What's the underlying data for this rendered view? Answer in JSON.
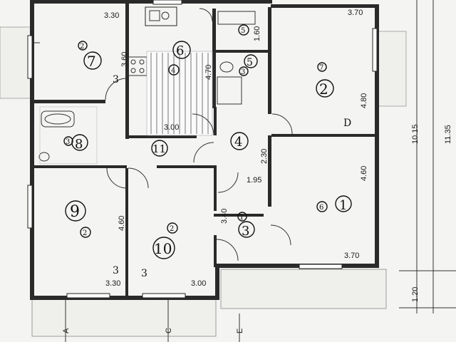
{
  "dimensions": {
    "top_left_width": "3.30",
    "top_right_width": "3.70",
    "bath_small": "1.60",
    "room7_height": "3.60",
    "kitchen_height": "4.70",
    "kitchen_width": "3.00",
    "room2_height": "4.80",
    "hall_height": "2.30",
    "hall_width": "1.95",
    "right_total_1": "10.15",
    "right_total_2": "11.35",
    "room1_height": "4.60",
    "room1_width": "3.70",
    "entry_height": "3.40",
    "room9_height": "4.60",
    "room9_width": "3.30",
    "room10_width": "3.00",
    "balcony_depth": "1.20"
  },
  "room_marks": {
    "r7": {
      "big": "7",
      "small": "2"
    },
    "r6": {
      "big": "6",
      "small": "4"
    },
    "r5a": {
      "big": "5",
      "small": ""
    },
    "r5b": {
      "big": "5",
      "small": "3"
    },
    "r2": {
      "big": "2",
      "small": "7"
    },
    "r8": {
      "big": "8",
      "small": "3"
    },
    "r11": {
      "big": "11",
      "small": ""
    },
    "r4": {
      "big": "4",
      "small": ""
    },
    "r1": {
      "big": "1",
      "small": "6"
    },
    "r3": {
      "big": "3",
      "small": "1"
    },
    "r9": {
      "big": "9",
      "small": "2"
    },
    "r10": {
      "big": "10",
      "small": "2"
    }
  },
  "section_marks": [
    "A",
    "C",
    "E"
  ],
  "annotations": {
    "door_mark": "D",
    "arrow_three_a": "3",
    "arrow_three_b": "3",
    "arrow_three_c": "3"
  }
}
